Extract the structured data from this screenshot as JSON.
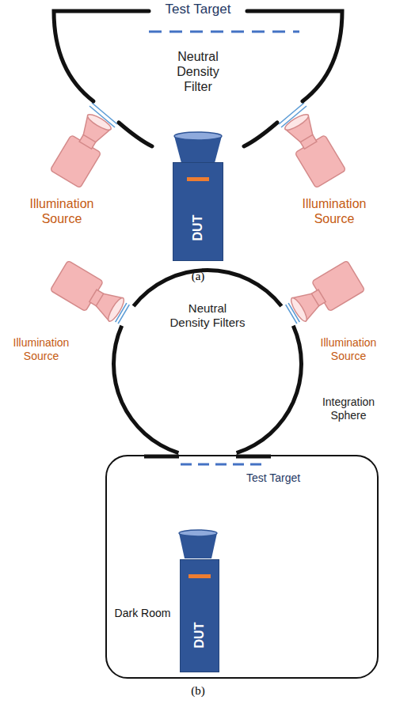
{
  "diagram": {
    "nodes": [
      {
        "text": [
          "Neutral Density Filter"
        ]
      },
      {
        "text": [
          "DUT"
        ]
      },
      {
        "text": [
          "Neutral Density Filters",
          "Integration Sphere"
        ]
      },
      {
        "text": [
          "Dark Room"
        ]
      },
      {
        "text": [
          "DUT"
        ],
        "in": 3
      }
    ],
    "labels": [
      "Test Target",
      "Illumination Source",
      "Illumination Source",
      "(a)",
      "Illumination Source",
      "Illumination Source",
      "Test Target",
      "(b)"
    ]
  }
}
